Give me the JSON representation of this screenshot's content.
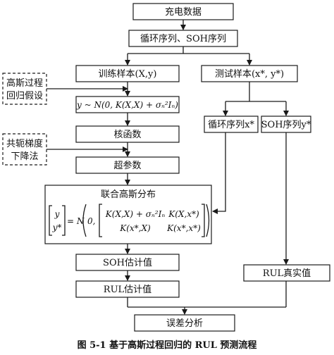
{
  "nodes": {
    "charge_data": "充电数据",
    "cycle_soh": "循环序列、SOH序列",
    "train_sample": "训练样本(X,y)",
    "test_sample": "测试样本(x*, y*)",
    "gp_assumption_line1": "高斯过程",
    "gp_assumption_line2": "回归假设",
    "prior_formula": "y ~ N(0, K(X,X) + σₙ²Iₙ)",
    "kernel": "核函数",
    "cg_line1": "共轭梯度",
    "cg_line2": "下降法",
    "hyperparams": "超参数",
    "test_cycle": "循环序列x*",
    "test_soh": "SOH序列y*",
    "joint_title": "联合高斯分布",
    "joint_lhs_top": "y",
    "joint_lhs_bottom": "y*",
    "joint_eq": "= N",
    "joint_zero": "0,",
    "joint_k11": "K(X,X) + σₙ²Iₙ",
    "joint_k12": "K(X,x*)",
    "joint_k21": "K(x*,X)",
    "joint_k22": "K(x*,x*)",
    "soh_estimate": "SOH估计值",
    "rul_estimate": "RUL估计值",
    "rul_true": "RUL真实值",
    "error_analysis": "误差分析"
  },
  "caption": "图 5-1   基于高斯过程回归的 RUL 预测流程"
}
